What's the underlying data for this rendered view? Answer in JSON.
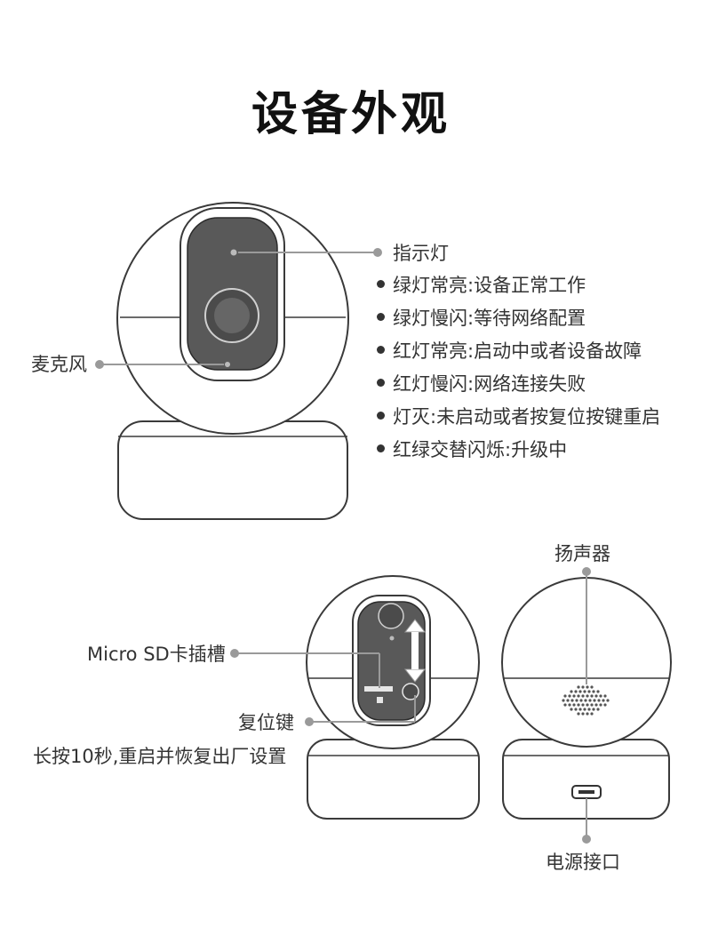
{
  "title": "设备外观",
  "front": {
    "indicator_label": "指示灯",
    "mic_label": "麦克风",
    "states": [
      "绿灯常亮:设备正常工作",
      "绿灯慢闪:等待网络配置",
      "红灯常亮:启动中或者设备故障",
      "红灯慢闪:网络连接失败",
      "灯灭:未启动或者按复位按键重启",
      "红绿交替闪烁:升级中"
    ]
  },
  "side": {
    "sd_label": "Micro SD卡插槽",
    "reset_label": "复位键",
    "reset_note": "长按10秒,重启并恢复出厂设置"
  },
  "back": {
    "speaker_label": "扬声器",
    "power_label": "电源接口"
  },
  "colors": {
    "line": "#3a3a3a",
    "leader": "#9a9a9a",
    "lens_panel": "#595959",
    "panel_rim": "#d0d0d0"
  }
}
